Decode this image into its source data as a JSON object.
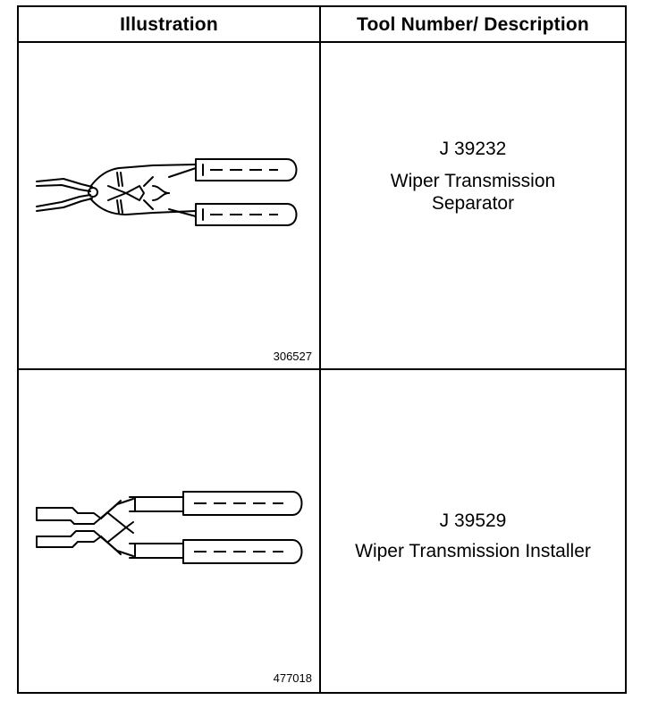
{
  "table": {
    "headers": {
      "illustration": "Illustration",
      "description": "Tool Number/ Description"
    },
    "rows": [
      {
        "tool_number": "J 39232",
        "description_line1": "Wiper Transmission",
        "description_line2": "Separator",
        "figure_number": "306527",
        "illustration_icon": "wiper-transmission-separator-pliers"
      },
      {
        "tool_number": "J 39529",
        "description_line1": "Wiper Transmission Installer",
        "figure_number": "477018",
        "illustration_icon": "wiper-transmission-installer-pliers"
      }
    ]
  }
}
